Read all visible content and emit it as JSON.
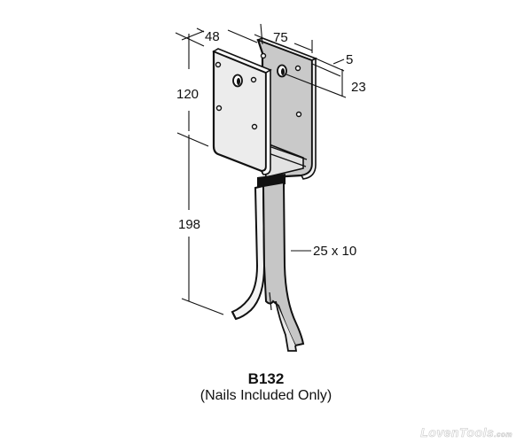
{
  "diagram": {
    "product_code": "B132",
    "subtitle": "(Nails Included Only)",
    "dimensions": {
      "width_inner": "48",
      "width_outer": "75",
      "thickness": "5",
      "hole_offset": "23",
      "bracket_height": "120",
      "spike_length": "198",
      "spike_section": "25 x 10"
    },
    "colors": {
      "outline": "#111111",
      "plate_light": "#e6e6e6",
      "plate_shade": "#c4c4c4",
      "background": "#ffffff"
    }
  },
  "watermark": {
    "brand": "LovenTools",
    "suffix": ".com"
  }
}
